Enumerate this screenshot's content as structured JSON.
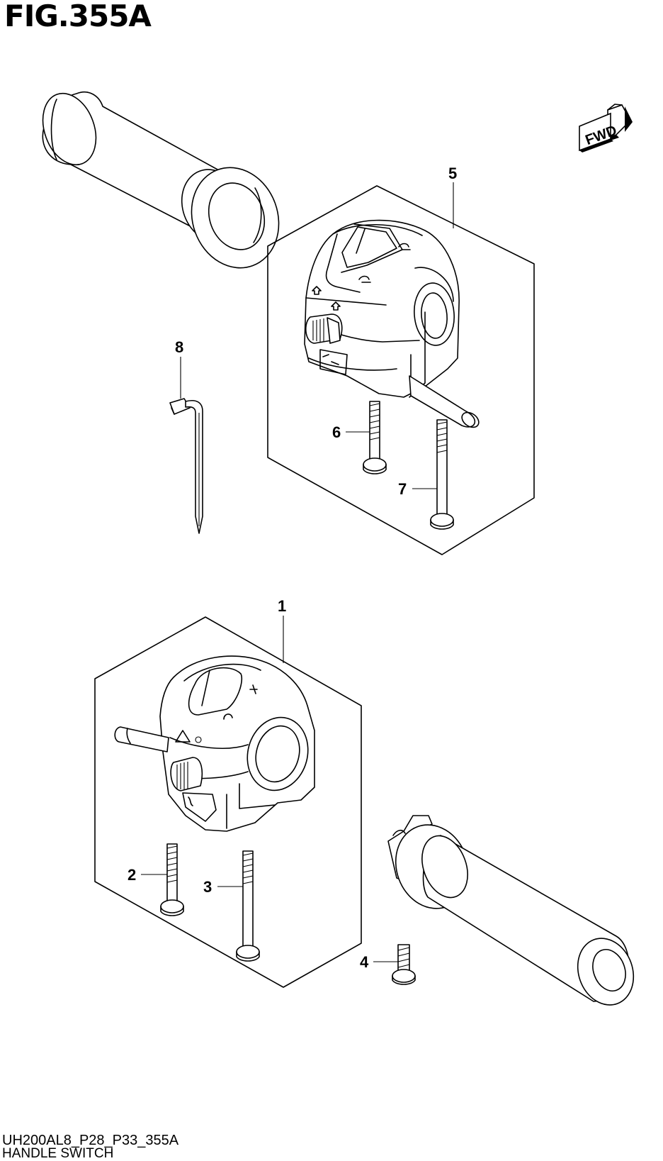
{
  "figure": {
    "title": "FIG.355A",
    "code": "UH200AL8_P28_P33_355A",
    "name": "HANDLE SWITCH"
  },
  "direction_badge": {
    "label": "FWD",
    "icon": "forward-arrow-icon"
  },
  "callouts": [
    "1",
    "2",
    "3",
    "4",
    "5",
    "6",
    "7",
    "8"
  ]
}
